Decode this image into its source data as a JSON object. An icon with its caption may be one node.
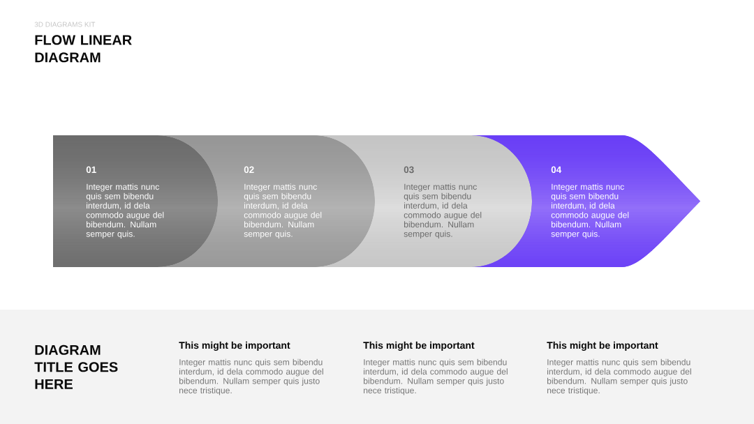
{
  "diagram": {
    "title": "FLOW LINEAR DIAGRAM",
    "nodes": [
      {
        "text": [
          "01",
          "Integer mattis nunc quis sem bibendu interdum, id dela commodo augue del bibendum. Nullam semper quis."
        ]
      },
      {
        "text": [
          "02",
          "Integer mattis nunc quis sem bibendu interdum, id dela commodo augue del bibendum. Nullam semper quis."
        ]
      },
      {
        "text": [
          "03",
          "Integer mattis nunc quis sem bibendu interdum, id dela commodo augue del bibendum. Nullam semper quis."
        ]
      },
      {
        "text": [
          "04",
          "Integer mattis nunc quis sem bibendu interdum, id dela commodo augue del bibendum. Nullam semper quis."
        ]
      },
      {
        "text": [
          "DIAGRAM TITLE GOES HERE",
          "This might be important",
          "Integer mattis nunc quis sem bibendu interdum, id dela commodo augue del bibendum. Nullam semper quis justo nece tristique.",
          "This might be important",
          "Integer mattis nunc quis sem bibendu interdum, id dela commodo augue del bibendum. Nullam semper quis justo nece tristique.",
          "This might be important",
          "Integer mattis nunc quis sem bibendu interdum, id dela commodo augue del bibendum. Nullam semper quis justo nece tristique."
        ]
      }
    ],
    "labels": [
      "3D DIAGRAMS KIT"
    ]
  }
}
